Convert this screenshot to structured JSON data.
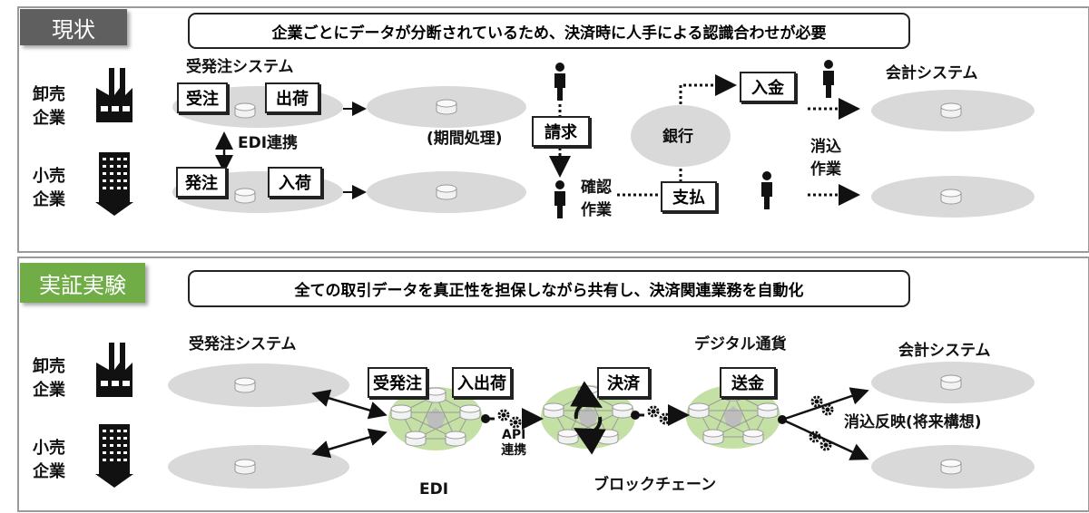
{
  "current": {
    "badge": "現状",
    "headline": "企業ごとにデータが分断されているため、決済時に人手による認識合わせが必要",
    "wholesale": "卸売企業",
    "retail": "小売企業",
    "order_system": "受発注システム",
    "tags": {
      "receive_order": "受注",
      "ship": "出荷",
      "place_order": "発注",
      "arrival": "入荷",
      "invoice": "請求",
      "deposit": "入金",
      "payment": "支払"
    },
    "edi_link": "EDI連携",
    "period_processing": "(期間処理)",
    "confirm_work": "確認作業",
    "bank": "銀行",
    "reconcile_work": "消込作業",
    "accounting_system": "会計システム"
  },
  "experiment": {
    "badge": "実証実験",
    "headline": "全ての取引データを真正性を担保しながら共有し、決済関連業務を自動化",
    "wholesale": "卸売企業",
    "retail": "小売企業",
    "order_system": "受発注システム",
    "tags": {
      "orders": "受発注",
      "shipping": "入出荷",
      "settlement": "決済",
      "remittance": "送金"
    },
    "edi": "EDI",
    "api_link": "API連携",
    "digital_currency": "デジタル通貨",
    "blockchain": "ブロックチェーン",
    "accounting_system": "会計システム",
    "reconcile_future": "消込反映(将来構想)"
  },
  "colors": {
    "current_badge": "#5f5f5f",
    "experiment_badge": "#70ad47",
    "network": "#c5e0a5",
    "system": "#d9d9d9"
  }
}
